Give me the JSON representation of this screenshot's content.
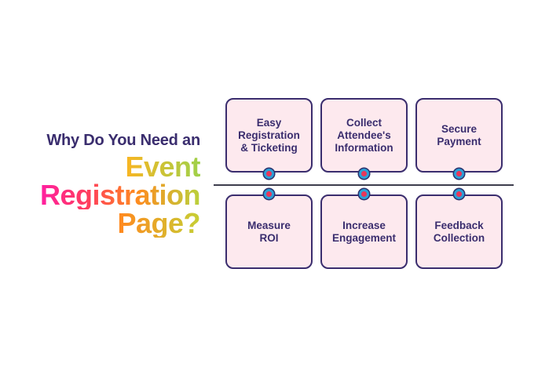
{
  "heading": {
    "subtitle": "Why Do You Need an",
    "line1": "Event",
    "line2": "Registration",
    "line3": "Page?"
  },
  "cards_top": [
    {
      "label": "Easy\nRegistration\n& Ticketing"
    },
    {
      "label": "Collect\nAttendee's\nInformation"
    },
    {
      "label": "Secure\nPayment"
    }
  ],
  "cards_bottom": [
    {
      "label": "Measure\nROI"
    },
    {
      "label": "Increase\nEngagement"
    },
    {
      "label": "Feedback\nCollection"
    }
  ],
  "colors": {
    "card_fill": "#fde9ee",
    "card_border": "#3a2d6e",
    "text_dark": "#3a2d6e",
    "dot_fill": "#e8365a",
    "dot_ring": "#2e9fd6"
  }
}
